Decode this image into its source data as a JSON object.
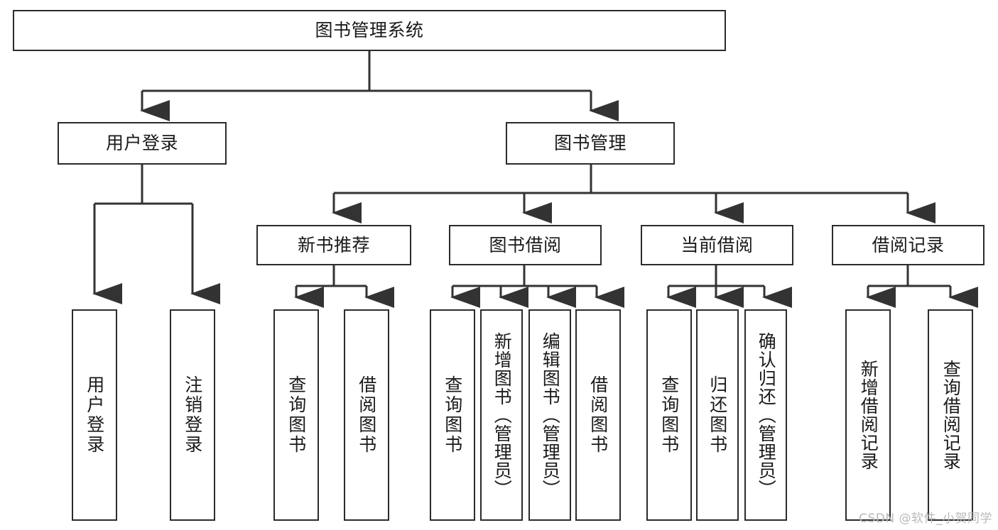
{
  "diagram": {
    "title": "图书管理系统",
    "type": "function-structure-tree",
    "nodes": {
      "root": {
        "label": "图书管理系统"
      },
      "level2": [
        {
          "id": "user-login",
          "label": "用户登录"
        },
        {
          "id": "book-manage",
          "label": "图书管理"
        }
      ],
      "level3": [
        {
          "id": "new-book-recommend",
          "label": "新书推荐"
        },
        {
          "id": "book-borrow",
          "label": "图书借阅"
        },
        {
          "id": "current-borrow",
          "label": "当前借阅"
        },
        {
          "id": "borrow-record",
          "label": "借阅记录"
        }
      ],
      "leaves": [
        {
          "id": "leaf-user-login",
          "label": "用户登录",
          "parent": "user-login"
        },
        {
          "id": "leaf-logout-login",
          "label": "注销登录",
          "parent": "user-login"
        },
        {
          "id": "leaf-query-book-1",
          "label": "查询图书",
          "parent": "new-book-recommend"
        },
        {
          "id": "leaf-borrow-book-1",
          "label": "借阅图书",
          "parent": "new-book-recommend"
        },
        {
          "id": "leaf-query-book-2",
          "label": "查询图书",
          "parent": "book-borrow"
        },
        {
          "id": "leaf-add-book",
          "label": "新增图书（管理员）",
          "parent": "book-borrow"
        },
        {
          "id": "leaf-edit-book",
          "label": "编辑图书（管理员）",
          "parent": "book-borrow"
        },
        {
          "id": "leaf-borrow-book-2",
          "label": "借阅图书",
          "parent": "book-borrow"
        },
        {
          "id": "leaf-query-book-3",
          "label": "查询图书",
          "parent": "current-borrow"
        },
        {
          "id": "leaf-return-book",
          "label": "归还图书",
          "parent": "current-borrow"
        },
        {
          "id": "leaf-confirm-return",
          "label": "确认归还（管理员）",
          "parent": "current-borrow"
        },
        {
          "id": "leaf-add-record",
          "label": "新增借阅记录",
          "parent": "borrow-record"
        },
        {
          "id": "leaf-query-record",
          "label": "查询借阅记录",
          "parent": "borrow-record"
        }
      ]
    },
    "colors": {
      "border": "#2b2b2b",
      "background": "#ffffff",
      "text": "#1a1a1a",
      "connector": "#333333",
      "watermark": "#b9b9b9"
    }
  },
  "watermark": {
    "text": "CSDN @软件_小贺同学"
  }
}
